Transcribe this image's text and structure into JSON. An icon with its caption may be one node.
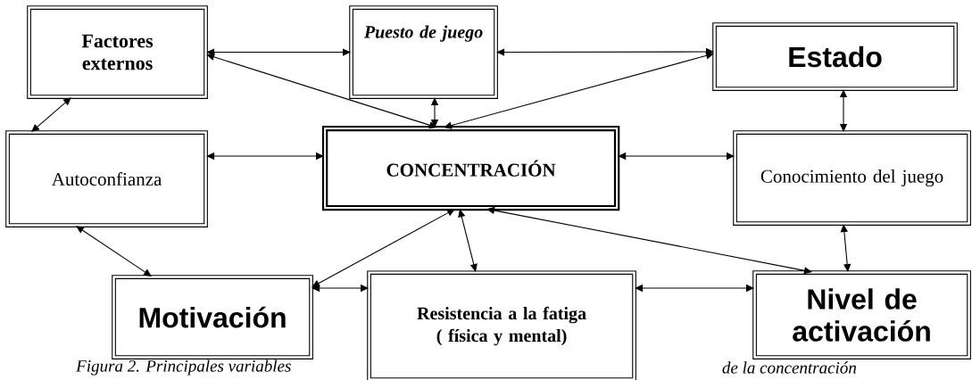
{
  "diagram": {
    "nodes": [
      {
        "text": [
          "Factores externos"
        ]
      },
      {
        "text": [
          "Puesto de juego"
        ]
      },
      {
        "text": [
          "Estado"
        ]
      },
      {
        "text": [
          "Autoconfianza"
        ]
      },
      {
        "text": [
          "CONCENTRACIÓN"
        ]
      },
      {
        "text": [
          "Conocimiento del juego"
        ]
      },
      {
        "text": [
          "Motivación"
        ]
      },
      {
        "text": [
          "Resistencia a la fatiga ( física y mental)"
        ]
      },
      {
        "text": [
          "Nivel de activación"
        ]
      }
    ],
    "edges": [
      {
        "from": 0,
        "to": 1,
        "arrow": "both"
      },
      {
        "from": 1,
        "to": 2,
        "arrow": "both"
      },
      {
        "from": 0,
        "to": 4,
        "arrow": "both"
      },
      {
        "from": 1,
        "to": 4,
        "arrow": "both"
      },
      {
        "from": 2,
        "to": 4,
        "arrow": "both"
      },
      {
        "from": 2,
        "to": 5,
        "arrow": "both"
      },
      {
        "from": 0,
        "to": 3,
        "arrow": "both"
      },
      {
        "from": 3,
        "to": 4,
        "arrow": "both"
      },
      {
        "from": 4,
        "to": 5,
        "arrow": "both"
      },
      {
        "from": 3,
        "to": 6,
        "arrow": "both"
      },
      {
        "from": 4,
        "to": 6,
        "arrow": "both"
      },
      {
        "from": 4,
        "to": 7,
        "arrow": "both"
      },
      {
        "from": 4,
        "to": 8,
        "arrow": "both"
      },
      {
        "from": 5,
        "to": 8,
        "arrow": "both"
      },
      {
        "from": 6,
        "to": 7,
        "arrow": "both"
      },
      {
        "from": 7,
        "to": 8,
        "arrow": "both"
      }
    ],
    "labels": [
      "Figura 2. Principales variables",
      "de la concentración"
    ]
  }
}
